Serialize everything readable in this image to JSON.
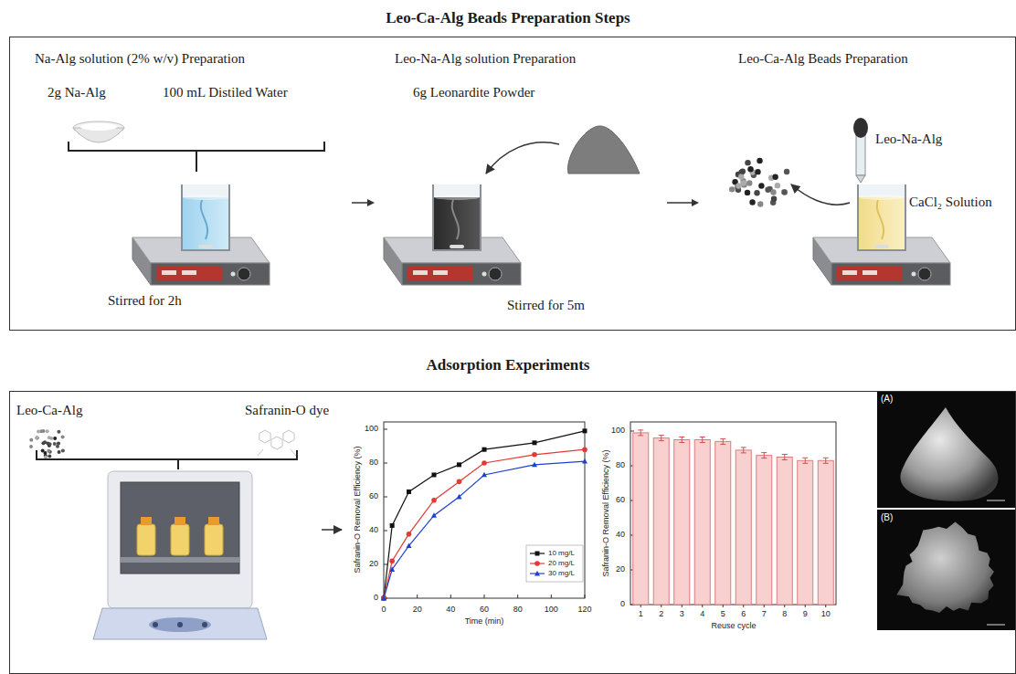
{
  "diagram": {
    "nodes": [
      {
        "text": [
          "Leo-Ca-Alg Beads Preparation Steps"
        ]
      },
      {
        "text": [
          "Na-Alg solution (2% w/v) Preparation",
          "2g Na-Alg",
          "100 mL Distiled Water",
          "Stirred for 2h"
        ],
        "in": 0
      },
      {
        "text": [
          "Leo-Na-Alg solution Preparation",
          "6g Leonardite Powder",
          "Stirred for 5m"
        ],
        "in": 0
      },
      {
        "text": [
          "Leo-Ca-Alg Beads Preparation",
          "Leo-Na-Alg",
          "CaCl₂ Solution"
        ],
        "in": 0
      },
      {
        "text": [
          "Adsorption Experiments"
        ]
      },
      {
        "text": [
          "Leo-Ca-Alg",
          "Safranin-O dye"
        ],
        "in": 4
      }
    ],
    "edges": [
      {
        "from": 1,
        "to": 2,
        "arrow": "to"
      },
      {
        "from": 2,
        "to": 3,
        "arrow": "to"
      }
    ],
    "labels": [
      "0",
      "20",
      "40",
      "60",
      "80",
      "100",
      "0",
      "20",
      "40",
      "60",
      "80",
      "100",
      "120",
      "Time (min)",
      "Safranin-O Removal Efficiency (%)",
      "0",
      "20",
      "40",
      "60",
      "80",
      "100",
      "Safranin-O Removal Efficiency (%)",
      "1",
      "2",
      "3",
      "4",
      "5",
      "6",
      "7",
      "8",
      "9",
      "10",
      "Reuse cycle",
      "(A)",
      "(B)"
    ],
    "legend": [
      {
        "text": "10 mg/L"
      },
      {
        "text": "20 mg/L"
      },
      {
        "text": "30 mg/L"
      }
    ]
  }
}
